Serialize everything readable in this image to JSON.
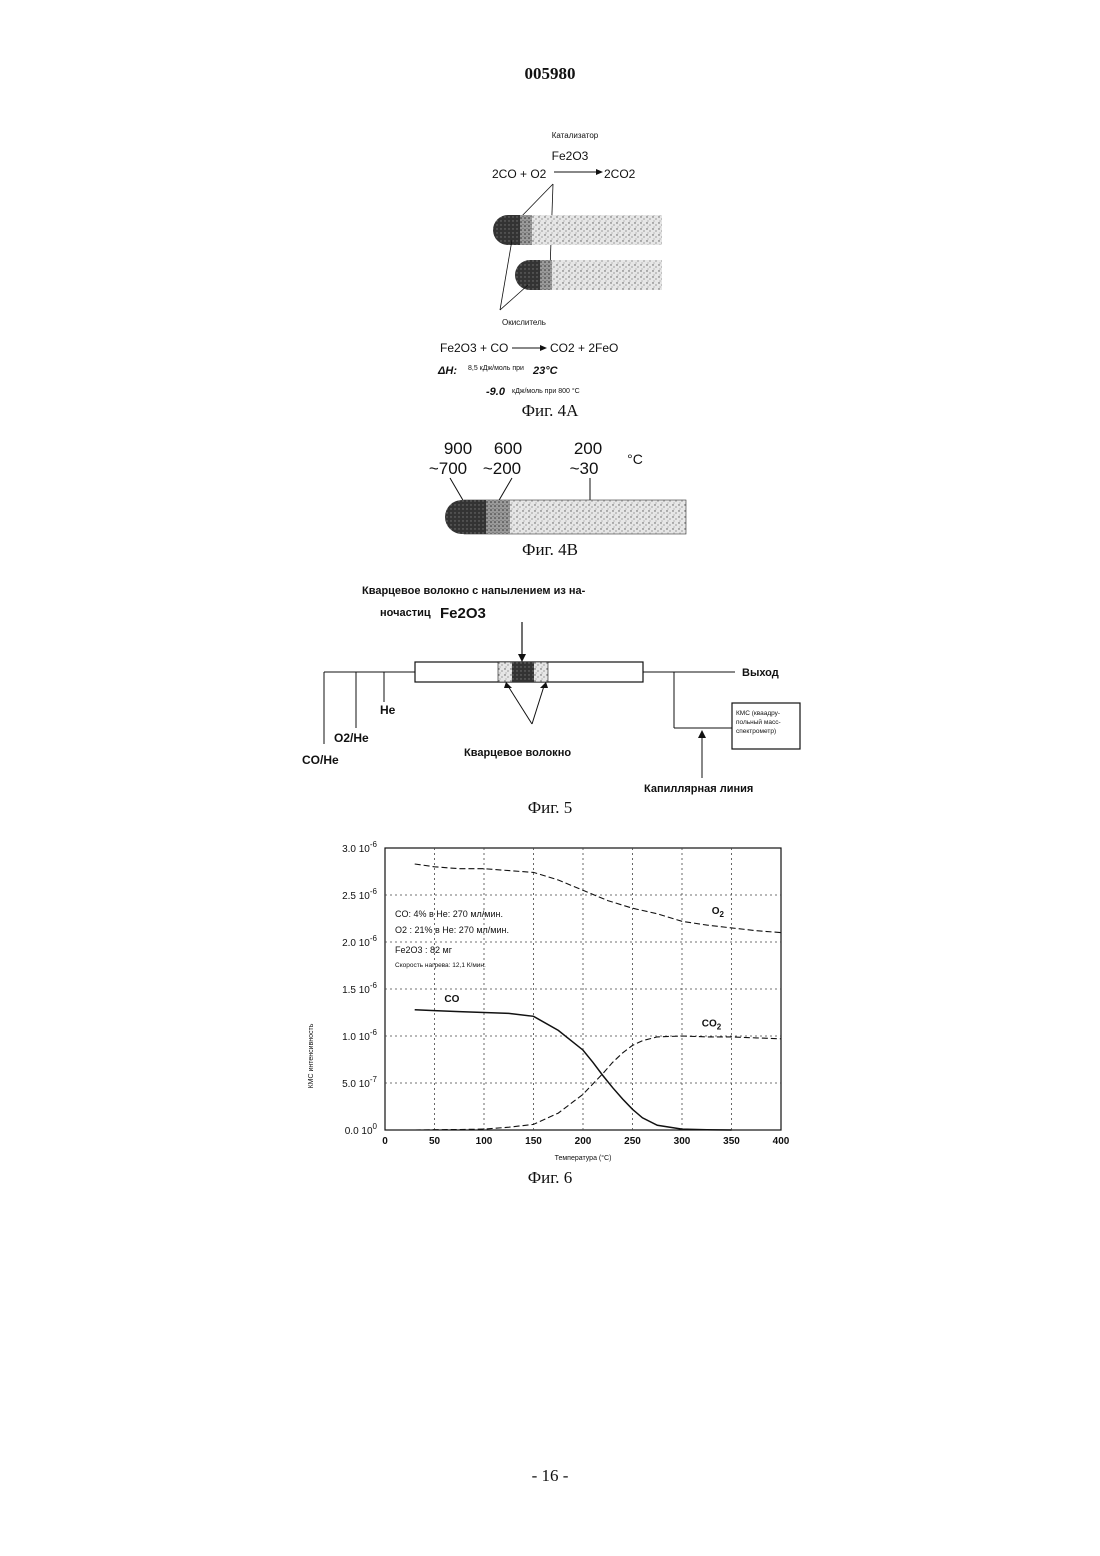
{
  "document_number": "005980",
  "page_number": "- 16 -",
  "fig4a": {
    "caption": "Фиг. 4А",
    "catalyst_label": "Катализатор",
    "catalyst_formula": "Fe2O3",
    "reaction_left": "2CO + O2",
    "reaction_right": "2CO2",
    "oxidizer_label": "Окислитель",
    "reaction2_left": "Fe2O3 + CO",
    "reaction2_right": "CO2 + 2FeO",
    "dh_symbol": "ΔH:",
    "dh1_value": "8,5 кДж/моль при",
    "dh1_temp": "23°C",
    "dh2_value": "-9.0",
    "dh2_text": "кДж/моль при 800 °C"
  },
  "fig4b": {
    "caption": "Фиг. 4В",
    "zones": [
      {
        "top": "900",
        "bottom": "~700"
      },
      {
        "top": "600",
        "bottom": "~200"
      },
      {
        "top": "200",
        "bottom": "~30"
      }
    ],
    "unit": "°C"
  },
  "fig5": {
    "caption": "Фиг. 5",
    "title_line1": "Кварцевое волокно с напылением из на-",
    "title_line2": "ночастиц",
    "title_formula": "Fe2O3",
    "exit_label": "Выход",
    "kms_box_line1": "КМС (кваадру-",
    "kms_box_line2": "польный масс-",
    "kms_box_line3": "спектрометр)",
    "he_label": "He",
    "o2he_label": "O2/He",
    "cohe_label": "CO/He",
    "quartz_fiber_label": "Кварцевое волокно",
    "capillary_label": "Капиллярная линия"
  },
  "fig6": {
    "caption": "Фиг. 6",
    "conditions": {
      "line1": "CO: 4%  в  He: 270 мл/мин.",
      "line2": "O2 : 21%  в  He: 270 мл/мин.",
      "line3": "Fe2O3 : 82  мг",
      "line4": "Скорость нагрева: 12,1 К/мин."
    }
  },
  "chart_data": {
    "type": "line",
    "title": "",
    "xlabel": "Температура (°C)",
    "ylabel": "КМС интенсивность",
    "xlim": [
      0,
      400
    ],
    "ylim": [
      0,
      3e-06
    ],
    "x_ticks": [
      "0",
      "50",
      "100",
      "150",
      "200",
      "250",
      "300",
      "350",
      "400"
    ],
    "y_ticks": [
      "0.0 10^0",
      "5.0 10^-7",
      "1.0 10^-6",
      "1.5 10^-6",
      "2.0 10^-6",
      "2.5 10^-6",
      "3.0 10^-6"
    ],
    "grid": true,
    "series": [
      {
        "name": "O2",
        "style": "dashed",
        "x": [
          30,
          50,
          75,
          100,
          125,
          150,
          175,
          200,
          225,
          250,
          275,
          300,
          325,
          350,
          375,
          400
        ],
        "y": [
          2.83e-06,
          2.8e-06,
          2.78e-06,
          2.78e-06,
          2.76e-06,
          2.74e-06,
          2.66e-06,
          2.55e-06,
          2.44e-06,
          2.36e-06,
          2.3e-06,
          2.22e-06,
          2.18e-06,
          2.15e-06,
          2.12e-06,
          2.1e-06
        ]
      },
      {
        "name": "CO",
        "style": "solid",
        "x": [
          30,
          50,
          75,
          100,
          125,
          150,
          175,
          200,
          210,
          220,
          230,
          240,
          250,
          260,
          275,
          300,
          325,
          350
        ],
        "y": [
          1.28e-06,
          1.27e-06,
          1.26e-06,
          1.25e-06,
          1.24e-06,
          1.21e-06,
          1.06e-06,
          8.5e-07,
          7.2e-07,
          5.8e-07,
          4.5e-07,
          3.3e-07,
          2.2e-07,
          1.3e-07,
          5e-08,
          1e-08,
          3e-09,
          0.0
        ]
      },
      {
        "name": "CO2",
        "style": "dashed",
        "x": [
          30,
          50,
          75,
          100,
          125,
          150,
          175,
          200,
          210,
          220,
          230,
          240,
          250,
          260,
          275,
          300,
          325,
          350,
          375,
          400
        ],
        "y": [
          0.0,
          3e-09,
          5e-09,
          1e-08,
          3e-08,
          6e-08,
          1.8e-07,
          3.8e-07,
          4.9e-07,
          6e-07,
          7.2e-07,
          8.2e-07,
          9e-07,
          9.5e-07,
          9.9e-07,
          1e-06,
          9.9e-07,
          9.9e-07,
          9.8e-07,
          9.7e-07
        ]
      }
    ]
  }
}
